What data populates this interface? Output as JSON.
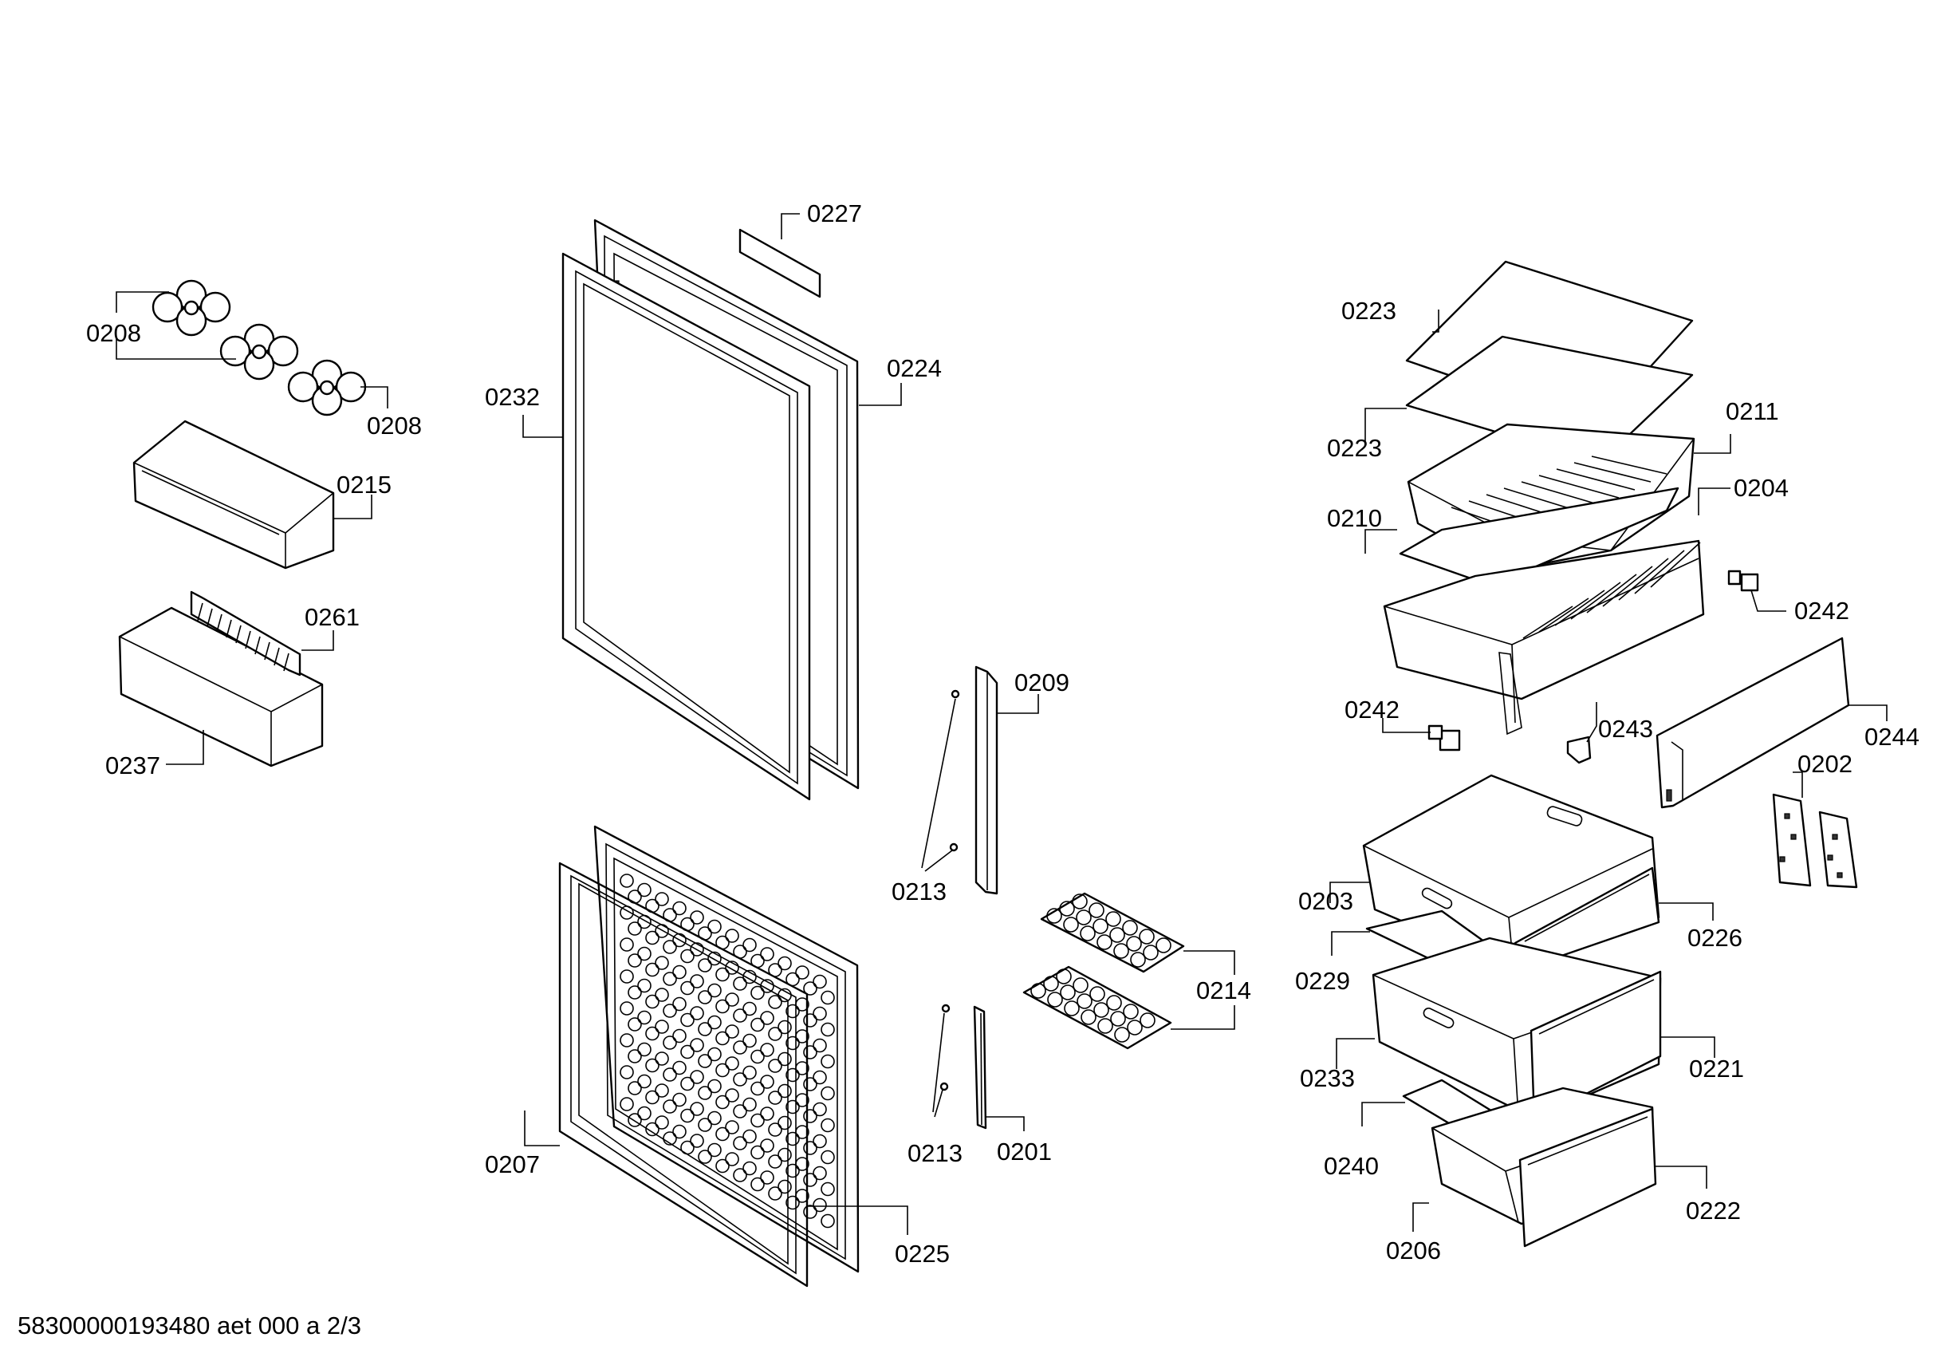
{
  "footer": "58300000193480 aet 000 a 2/3",
  "labels": {
    "l0227": "0227",
    "l0208a": "0208",
    "l0208b": "0208",
    "l0224": "0224",
    "l0232": "0232",
    "l0215": "0215",
    "l0261": "0261",
    "l0237": "0237",
    "l0209": "0209",
    "l0213a": "0213",
    "l0213b": "0213",
    "l0201": "0201",
    "l0214": "0214",
    "l0207": "0207",
    "l0225": "0225",
    "l0223a": "0223",
    "l0223b": "0223",
    "l0211": "0211",
    "l0204": "0204",
    "l0210": "0210",
    "l0242a": "0242",
    "l0242b": "0242",
    "l0243": "0243",
    "l0244": "0244",
    "l0202": "0202",
    "l0203": "0203",
    "l0226": "0226",
    "l0229": "0229",
    "l0221": "0221",
    "l0233": "0233",
    "l0240": "0240",
    "l0222": "0222",
    "l0206": "0206"
  }
}
